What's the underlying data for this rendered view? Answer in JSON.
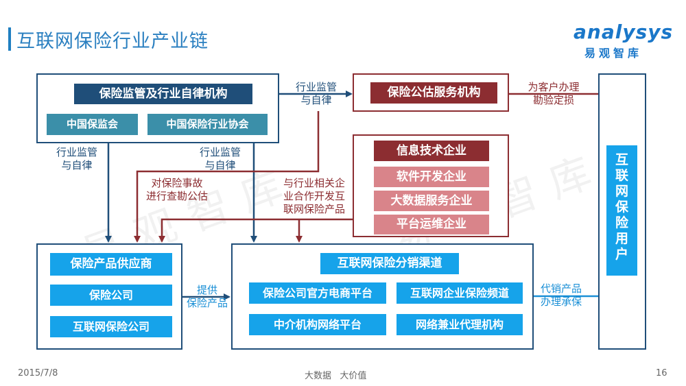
{
  "page": {
    "title": "互联网保险行业产业链",
    "logo_word": "analysys",
    "logo_sub": "易观智库",
    "watermark": "易观智库"
  },
  "regulators": {
    "title": "保险监管及行业自律机构",
    "items": [
      "中国保监会",
      "中国保险行业协会"
    ]
  },
  "appraisal": {
    "title": "保险公估服务机构"
  },
  "it": {
    "title": "信息技术企业",
    "items": [
      "软件开发企业",
      "大数据服务企业",
      "平台运维企业"
    ]
  },
  "suppliers": {
    "title": "保险产品供应商",
    "items": [
      "保险公司",
      "互联网保险公司"
    ]
  },
  "channels": {
    "title": "互联网保险分销渠道",
    "items": [
      "保险公司官方电商平台",
      "互联网企业保险频道",
      "中介机构网络平台",
      "网络兼业代理机构"
    ]
  },
  "users": {
    "title": "互联网保险用户"
  },
  "edges": {
    "reg_to_appraisal": [
      "行业监管",
      "与自律"
    ],
    "reg_to_supplier": [
      "行业监管",
      "与自律"
    ],
    "reg_to_channel": [
      "行业监管",
      "与自律"
    ],
    "appraisal_to_user": [
      "为客户办理",
      "勘验定损"
    ],
    "appraisal_to_supplier": [
      "对保险事故",
      "进行查勘公估"
    ],
    "it_to_partners": [
      "与行业相关企",
      "业合作开发互",
      "联网保险产品"
    ],
    "supplier_to_channel": [
      "提供",
      "保险产品"
    ],
    "channel_to_user": [
      "代销产品",
      "办理承保"
    ]
  },
  "footer": {
    "date": "2015/7/8",
    "center1": "大数据",
    "center2": "大价值",
    "page": "16"
  },
  "colors": {
    "navy": "#1f4e79",
    "maroon": "#8c2d31",
    "accent_blue": "#16a3ea",
    "teal": "#3b8fa9"
  }
}
